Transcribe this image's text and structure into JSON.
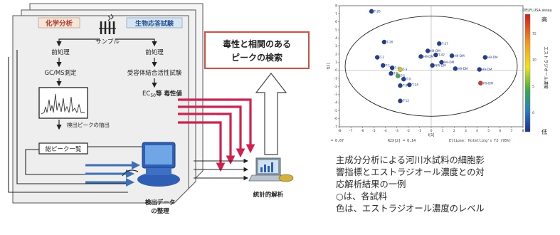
{
  "flowchart": {
    "chem_analysis": "化学分析",
    "bio_test": "生物応答試験",
    "sample": "サンプル",
    "pretreat_left": "前処理",
    "pretreat_right": "前処理",
    "gcms": "GC/MS測定",
    "receptor_assay": "受容体結合活性試験",
    "ec50_prefix": "EC",
    "ec50_sub": "50",
    "ec50_suffix": "等 毒性値",
    "peak_extract": "検出ピークの抽出",
    "peak_list": "総ピーク一覧",
    "data_org_line1": "検出データ",
    "data_org_line2": "の整理",
    "stat_analysis": "統計的解析",
    "search_line1": "毒性と相関のある",
    "search_line2": "ピークの検索",
    "colors": {
      "arrow_red": "#d2204e",
      "box_red": "#e34a3c",
      "arrow_blue": "#3b6fb8",
      "panel_bg": "#eeeeee"
    }
  },
  "pca_plot": {
    "title_right": "DELFLUSA assay",
    "scale_high": "高",
    "scale_low": "低",
    "scale_axis_label": "エストラジオール濃度",
    "xlabel": "t[1]",
    "ylabel": "t[2]",
    "footer_left": "= 0.67",
    "footer_mid": "R2X[2] = 0.14",
    "footer_right": "Ellipse: Hotelling's T2 (95%)",
    "x_ticks": [
      "-8",
      "-7",
      "-6",
      "-5",
      "-4",
      "-3",
      "-2",
      "-1",
      "0",
      "1",
      "2",
      "3",
      "4",
      "5",
      "6",
      "7",
      "8"
    ],
    "y_ticks": [
      "8",
      "7",
      "6",
      "5",
      "4",
      "3",
      "2",
      "1",
      "0",
      "-1",
      "-2",
      "-3",
      "-4",
      "-5",
      "-6",
      "-7"
    ],
    "cb_ticks": [
      "15",
      "10",
      "5",
      "0"
    ]
  },
  "chart_data": {
    "type": "scatter",
    "x_range": [
      -8,
      8
    ],
    "y_range": [
      -7,
      8
    ],
    "points": [
      {
        "label": "T-20",
        "x": -5.2,
        "y": 7.3,
        "color": "#1f3f9b"
      },
      {
        "label": "T-26",
        "x": -4.1,
        "y": 3.5,
        "color": "#1f3f9b"
      },
      {
        "label": "T-2",
        "x": -4.7,
        "y": 1.6,
        "color": "#1f3f9b"
      },
      {
        "label": "T-1",
        "x": -4.2,
        "y": 0.6,
        "color": "#1f3f9b"
      },
      {
        "label": "T-4",
        "x": -3.4,
        "y": 0.3,
        "color": "#1f3f9b"
      },
      {
        "label": "T-3",
        "x": -2.7,
        "y": 0.1,
        "color": "#d9c51c"
      },
      {
        "label": "T-6",
        "x": -3.5,
        "y": -0.4,
        "color": "#1f3f9b"
      },
      {
        "label": "T-5",
        "x": -2.9,
        "y": -0.7,
        "color": "#4caf50"
      },
      {
        "label": "T-9",
        "x": -2.4,
        "y": -1.1,
        "color": "#1f3f9b"
      },
      {
        "label": "T-8",
        "x": -2.7,
        "y": -1.9,
        "color": "#1f3f9b"
      },
      {
        "label": "T-24",
        "x": -1.9,
        "y": -1.8,
        "color": "#1f3f9b"
      },
      {
        "label": "T-12",
        "x": -2.7,
        "y": -3.8,
        "color": "#1f3f9b"
      },
      {
        "label": "H9-DM",
        "x": -0.3,
        "y": 2.4,
        "color": "#1f3f9b"
      },
      {
        "label": "T-27",
        "x": 0.7,
        "y": 3.3,
        "color": "#1f3f9b"
      },
      {
        "label": "H9-DM",
        "x": -0.9,
        "y": 1.7,
        "color": "#1f3f9b"
      },
      {
        "label": "T-42",
        "x": 0.4,
        "y": 1.9,
        "color": "#1f3f9b"
      },
      {
        "label": "H9-DM",
        "x": 1.8,
        "y": 1.8,
        "color": "#1f3f9b"
      },
      {
        "label": "H9-DM",
        "x": 4.7,
        "y": 1.6,
        "color": "#1f3f9b"
      },
      {
        "label": "H9-DM",
        "x": 0.9,
        "y": 1.0,
        "color": "#1f3f9b"
      },
      {
        "label": "NW-DM",
        "x": 0.1,
        "y": 0.6,
        "color": "#1f3f9b"
      },
      {
        "label": "H9-DM",
        "x": 2.1,
        "y": 0.2,
        "color": "#1f3f9b"
      },
      {
        "label": "H9-DM",
        "x": 4.2,
        "y": 0.1,
        "color": "#1f3f9b"
      },
      {
        "label": "H9-DM",
        "x": 4.3,
        "y": -1.6,
        "color": "#e3342f"
      }
    ],
    "ellipse": {
      "cx": 0,
      "cy": 0.5,
      "rx": 7.5,
      "ry": 6.2
    }
  },
  "caption": {
    "lines": [
      "主成分分析による河川水試料の細胞影",
      "響指標とエストラジオール濃度との対",
      "応解析結果の一例",
      "○は、各試料",
      "色は、エストラジオール濃度のレベル"
    ]
  }
}
